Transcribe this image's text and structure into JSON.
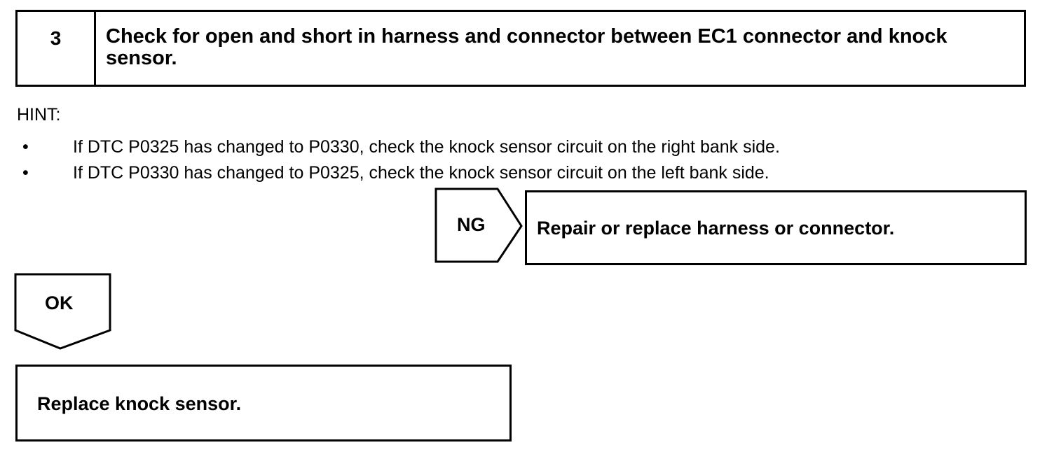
{
  "step": {
    "number": "3",
    "title": "Check for open and short in harness and connector between EC1 connector and knock sensor."
  },
  "hint": {
    "label": "HINT:",
    "items": [
      "If DTC P0325 has changed to P0330, check the knock sensor circuit on the right bank side.",
      "If DTC P0330 has changed to P0325, check the knock sensor circuit on the left bank side."
    ]
  },
  "ng": {
    "label": "NG",
    "action": "Repair or replace harness or connector."
  },
  "ok": {
    "label": "OK",
    "action": "Replace knock sensor."
  }
}
